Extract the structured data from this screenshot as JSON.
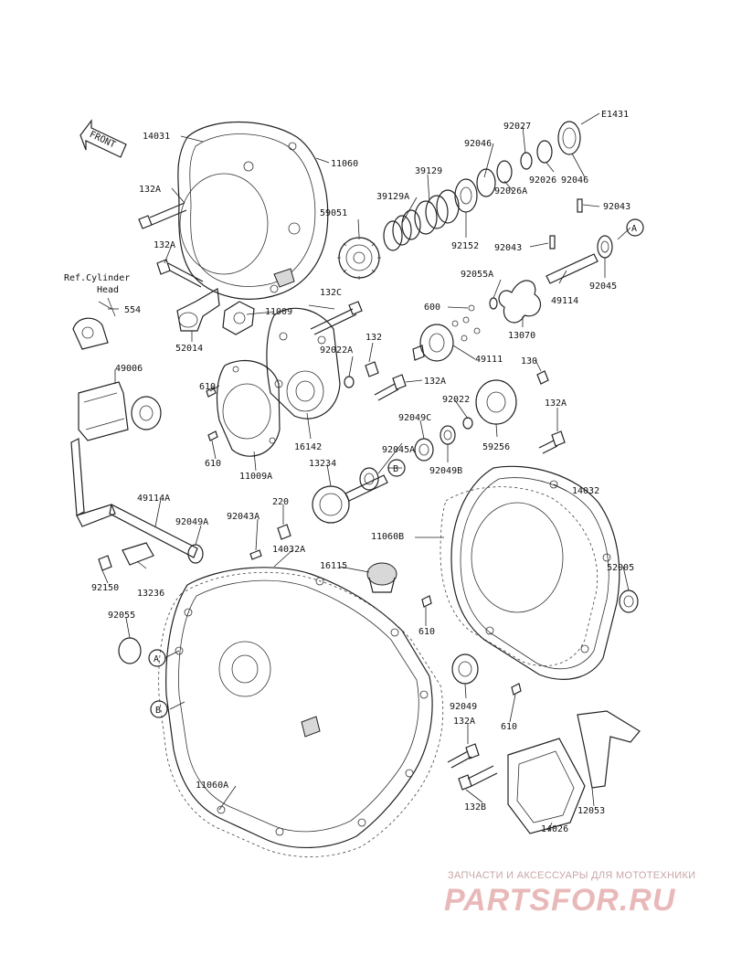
{
  "front_arrow": "FRONT",
  "ref_code": "E1431",
  "ref_note": [
    "Ref.Cylinder",
    "Head"
  ],
  "callouts": [
    "A",
    "B"
  ],
  "labels": {
    "p14031": "14031",
    "p11060": "11060",
    "p132A_1": "132A",
    "p132A_2": "132A",
    "p39129": "39129",
    "p39129A": "39129A",
    "p59051": "59051",
    "p92046_1": "92046",
    "p92027": "92027",
    "p92026": "92026",
    "p92026A": "92026A",
    "p92046_2": "92046",
    "p92043_1": "92043",
    "p92043_2": "92043",
    "p92152": "92152",
    "p92045_1": "92045",
    "p49114": "49114",
    "p92055A": "92055A",
    "p600": "600",
    "p13070": "13070",
    "p554": "554",
    "p132C": "132C",
    "p11009": "11009",
    "p52014": "52014",
    "p132": "132",
    "p92022A": "92022A",
    "p49111": "49111",
    "p49006": "49006",
    "p610_1": "610",
    "p132A_3": "132A",
    "p130": "130",
    "p92022": "92022",
    "p132A_4": "132A",
    "p610_2": "610",
    "p16142": "16142",
    "p11009A": "11009A",
    "p92049C": "92049C",
    "p92045A": "92045A",
    "p59256": "59256",
    "p13234": "13234",
    "p92049B": "92049B",
    "p14032": "14032",
    "p49114A": "49114A",
    "p220": "220",
    "p92043A": "92043A",
    "p92049A": "92049A",
    "p14032A": "14032A",
    "p16115": "16115",
    "p11060B": "11060B",
    "p52005": "52005",
    "p92150": "92150",
    "p13236": "13236",
    "p92055": "92055",
    "p610_3": "610",
    "p92049": "92049",
    "p610_4": "610",
    "p132A_5": "132A",
    "p11060A": "11060A",
    "p132B": "132B",
    "p12053": "12053",
    "p14026": "14026"
  },
  "watermark": {
    "tagline": "ЗАПЧАСТИ И АКСЕССУАРЫ ДЛЯ МОТОТЕХНИКИ",
    "brand": "PARTSFOR.RU"
  }
}
